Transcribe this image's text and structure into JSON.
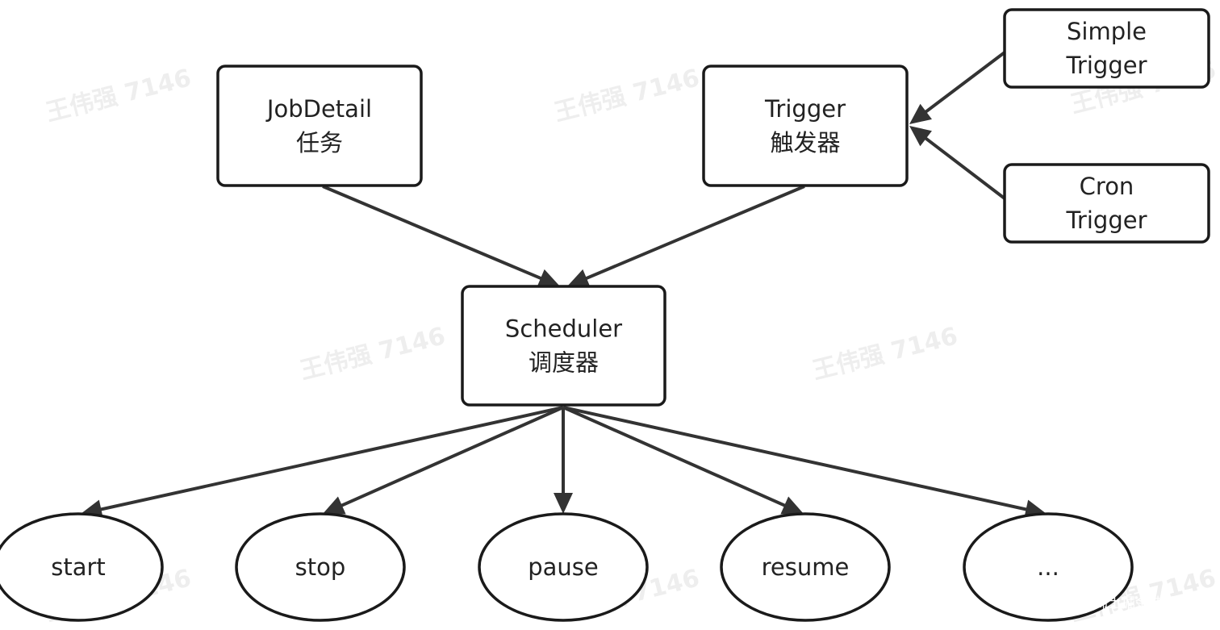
{
  "colors": {
    "stroke": "#1a1a1a",
    "arrow": "#333333",
    "text": "#222222",
    "watermark": "#eeeeee",
    "credit": "#ffffff"
  },
  "nodes": [
    {
      "id": "jobdetail",
      "shape": "box",
      "lines": [
        "JobDetail",
        "任务"
      ]
    },
    {
      "id": "trigger",
      "shape": "box",
      "lines": [
        "Trigger",
        "触发器"
      ]
    },
    {
      "id": "simple-trigger",
      "shape": "box",
      "lines": [
        "Simple",
        "Trigger"
      ]
    },
    {
      "id": "cron-trigger",
      "shape": "box",
      "lines": [
        "Cron",
        "Trigger"
      ]
    },
    {
      "id": "scheduler",
      "shape": "box",
      "lines": [
        "Scheduler",
        "调度器"
      ]
    },
    {
      "id": "start",
      "shape": "ellipse",
      "lines": [
        "start"
      ]
    },
    {
      "id": "stop",
      "shape": "ellipse",
      "lines": [
        "stop"
      ]
    },
    {
      "id": "pause",
      "shape": "ellipse",
      "lines": [
        "pause"
      ]
    },
    {
      "id": "resume",
      "shape": "ellipse",
      "lines": [
        "resume"
      ]
    },
    {
      "id": "more",
      "shape": "ellipse",
      "lines": [
        "..."
      ]
    }
  ],
  "edges": [
    {
      "from": "simple-trigger",
      "to": "trigger"
    },
    {
      "from": "cron-trigger",
      "to": "trigger"
    },
    {
      "from": "jobdetail",
      "to": "scheduler"
    },
    {
      "from": "trigger",
      "to": "scheduler"
    },
    {
      "from": "scheduler",
      "to": "start"
    },
    {
      "from": "scheduler",
      "to": "stop"
    },
    {
      "from": "scheduler",
      "to": "pause"
    },
    {
      "from": "scheduler",
      "to": "resume"
    },
    {
      "from": "scheduler",
      "to": "more"
    }
  ],
  "watermark": "王伟强 7146",
  "credit": "@稀土掘金技术社区"
}
